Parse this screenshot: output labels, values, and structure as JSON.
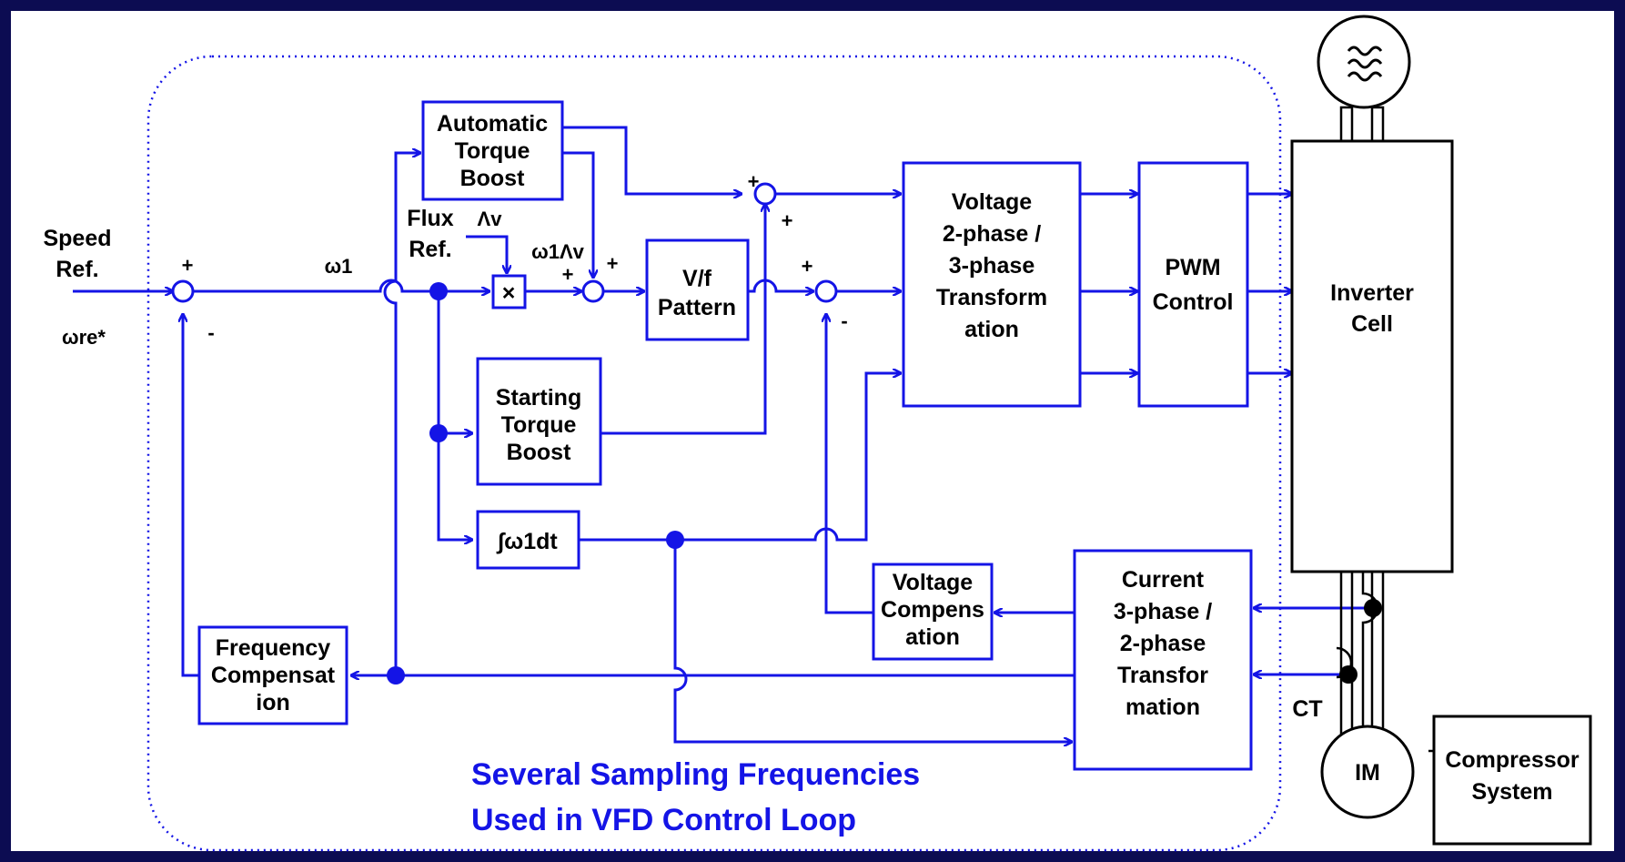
{
  "colors": {
    "frame": "#0c0c52",
    "line": "#1414e6",
    "text": "#000000",
    "background": "#ffffff"
  },
  "inputs": {
    "speed_ref_line1": "Speed",
    "speed_ref_line2": "Ref.",
    "speed_ref_symbol": "ωre*",
    "omega1": "ω1",
    "flux_ref_line1": "Flux",
    "flux_ref_line2": "Ref.",
    "flux_symbol": "Λv",
    "product": "ω1Λv"
  },
  "blocks": {
    "auto_torque": [
      "Automatic",
      "Torque",
      "Boost"
    ],
    "multiplier": "×",
    "vf_pattern": [
      "V/f",
      "Pattern"
    ],
    "start_torque": [
      "Starting",
      "Torque",
      "Boost"
    ],
    "integrator": "∫ω1dt",
    "voltage_transform": [
      "Voltage",
      "2-phase /",
      "3-phase",
      "Transform",
      "ation"
    ],
    "pwm": [
      "PWM",
      "Control"
    ],
    "inverter": [
      "Inverter",
      "Cell"
    ],
    "voltage_comp": [
      "Voltage",
      "Compens",
      "ation"
    ],
    "current_transform": [
      "Current",
      "3-phase /",
      "2-phase",
      "Transfor",
      "mation"
    ],
    "freq_comp": [
      "Frequency",
      "Compensat",
      "ion"
    ],
    "motor": "IM",
    "compressor": [
      "Compressor",
      "System"
    ],
    "ct": "CT"
  },
  "signs": {
    "plus": "+",
    "minus": "-"
  },
  "caption": [
    "Several Sampling Frequencies",
    "Used in VFD Control Loop"
  ]
}
